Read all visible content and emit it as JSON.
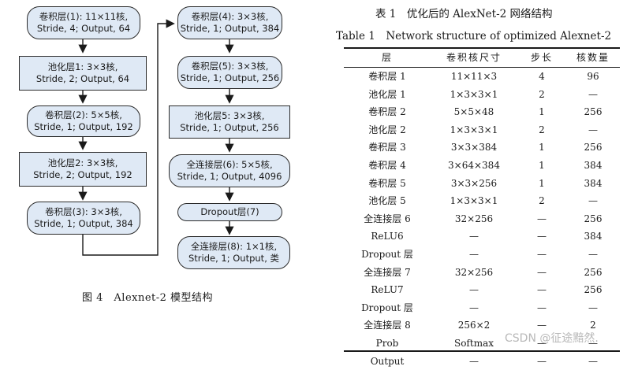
{
  "figure": {
    "nodes": [
      {
        "id": "conv1",
        "kind": "conv",
        "text": "卷积层(1): 11×11核,\nStride, 4; Output, 64"
      },
      {
        "id": "pool1",
        "kind": "pool",
        "text": "池化层1: 3×3核,\nStride, 2; Output, 64"
      },
      {
        "id": "conv2",
        "kind": "conv",
        "text": "卷积层(2): 5×5核,\nStride, 1; Output, 192"
      },
      {
        "id": "pool2",
        "kind": "pool",
        "text": "池化层2: 3×3核,\nStride, 2; Output, 192"
      },
      {
        "id": "conv3",
        "kind": "conv",
        "text": "卷积层(3): 3×3核,\nStride, 1; Output, 384"
      },
      {
        "id": "conv4",
        "kind": "conv",
        "text": "卷积层(4): 3×3核,\nStride, 1; Output, 384"
      },
      {
        "id": "conv5",
        "kind": "conv",
        "text": "卷积层(5): 3×3核,\nStride, 1; Output, 256"
      },
      {
        "id": "pool5",
        "kind": "pool",
        "text": "池化层5: 3×3核,\nStride, 1; Output, 256"
      },
      {
        "id": "fc6",
        "kind": "conv",
        "text": "全连接层(6): 5×5核,\nStride, 1; Output, 4096"
      },
      {
        "id": "drop7",
        "kind": "drop",
        "text": "Dropout层(7)"
      },
      {
        "id": "fc8",
        "kind": "conv",
        "text": "全连接层(8): 1×1核,\nStride, 1; Output, 类"
      }
    ],
    "caption": "图 4　Alexnet-2 模型结构"
  },
  "table": {
    "title_zh": "表 1　优化后的 AlexNet-2 网络结构",
    "title_en": "Table 1　Network structure of optimized Alexnet-2",
    "headers": [
      "层",
      "卷积核尺寸",
      "步长",
      "核数量"
    ],
    "rows": [
      [
        "卷积层 1",
        "11×11×3",
        "4",
        "96"
      ],
      [
        "池化层 1",
        "1×3×3×1",
        "2",
        "—"
      ],
      [
        "卷积层 2",
        "5×5×48",
        "1",
        "256"
      ],
      [
        "池化层 2",
        "1×3×3×1",
        "2",
        "—"
      ],
      [
        "卷积层 3",
        "3×3×384",
        "1",
        "256"
      ],
      [
        "卷积层 4",
        "3×64×384",
        "1",
        "384"
      ],
      [
        "卷积层 5",
        "3×3×256",
        "1",
        "384"
      ],
      [
        "池化层 5",
        "1×3×3×1",
        "2",
        "—"
      ],
      [
        "全连接层 6",
        "32×256",
        "—",
        "256"
      ],
      [
        "ReLU6",
        "—",
        "—",
        "384"
      ],
      [
        "Dropout 层",
        "—",
        "—",
        "—"
      ],
      [
        "全连接层 7",
        "32×256",
        "—",
        "256"
      ],
      [
        "ReLU7",
        "—",
        "—",
        "256"
      ],
      [
        "Dropout 层",
        "—",
        "—",
        "—"
      ],
      [
        "全连接层 8",
        "256×2",
        "—",
        "2"
      ],
      [
        "Prob",
        "Softmax",
        "—",
        "—"
      ],
      [
        "Output",
        "—",
        "—",
        "—"
      ]
    ]
  },
  "watermark": "CSDN @征途黯然."
}
